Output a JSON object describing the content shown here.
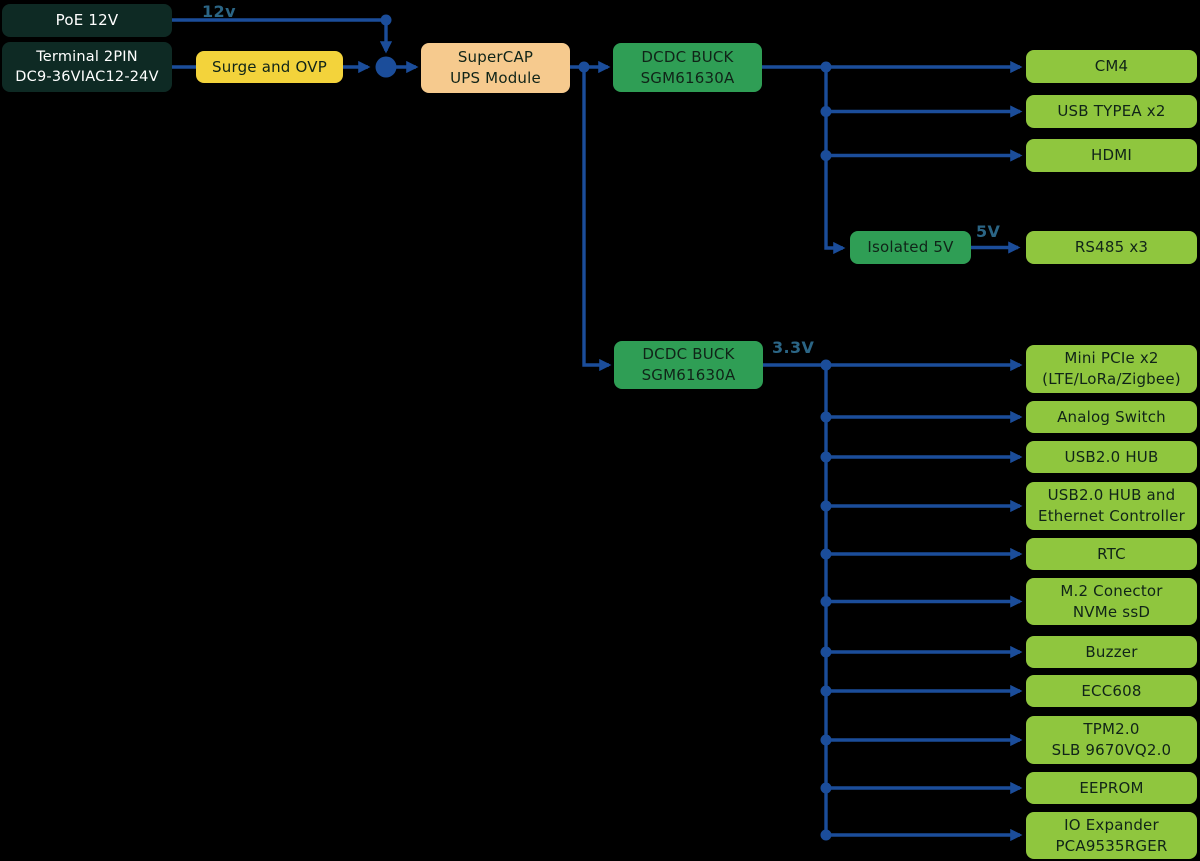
{
  "diagram": {
    "colors": {
      "background": "#000000",
      "line": "#1b4d9a",
      "voltage_label": "#2b6585",
      "dark_box_bg": "#0e2a24",
      "dark_box_text": "#ffffff",
      "yellow_box_bg": "#f3d33b",
      "peach_box_bg": "#f6ca8e",
      "green_box_bg": "#2f9e55",
      "lightgreen_box_bg": "#8fc63e",
      "colored_box_text": "#102418"
    },
    "nodes": {
      "poe": "PoE 12V",
      "terminal": "Terminal 2PIN\nDC9-36VIAC12-24V",
      "surge": "Surge and OVP",
      "supercap": "SuperCAP\nUPS Module",
      "dcdc_top": "DCDC BUCK\nSGM61630A",
      "dcdc_bottom": "DCDC BUCK\nSGM61630A",
      "isolated5v": "Isolated 5V",
      "cm4": "CM4",
      "usb_typea": "USB TYPEA x2",
      "hdmi": "HDMI",
      "rs485": "RS485 x3",
      "mini_pcie": "Mini PCIe x2\n(LTE/LoRa/Zigbee)",
      "analog_switch": "Analog Switch",
      "usb20_hub": "USB2.0 HUB",
      "usb20_eth": "USB2.0 HUB and\nEthernet Controller",
      "rtc": "RTC",
      "m2": "M.2 Conector\nNVMe ssD",
      "buzzer": "Buzzer",
      "ecc608": "ECC608",
      "tpm": "TPM2.0\nSLB 9670VQ2.0",
      "eeprom": "EEPROM",
      "io_expander": "IO Expander\nPCA9535RGER"
    },
    "edge_labels": {
      "v12": "12v",
      "v5": "5V",
      "v33": "3.3V"
    }
  }
}
